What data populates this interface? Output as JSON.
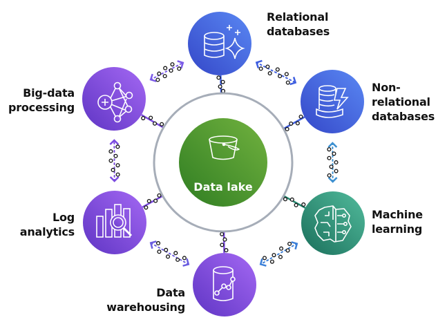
{
  "diagram": {
    "center": {
      "label": "Data lake",
      "icon": "bucket-icon",
      "color_from": "#3d8b2a",
      "color_to": "#6bad3c",
      "ring_color": "#a6adb8"
    },
    "nodes": [
      {
        "id": "relational-databases",
        "lines": [
          "Relational",
          "databases"
        ],
        "icon": "relational-database-icon",
        "color_from": "#3b55d6",
        "color_to": "#5a82f0",
        "link_color": "#3f5fe0"
      },
      {
        "id": "non-relational-databases",
        "lines": [
          "Non-",
          "relational",
          "databases"
        ],
        "icon": "nosql-database-icon",
        "color_from": "#3b55d6",
        "color_to": "#5a82f0",
        "link_color": "#3f5fe0"
      },
      {
        "id": "machine-learning",
        "lines": [
          "Machine",
          "learning"
        ],
        "icon": "brain-circuit-icon",
        "color_from": "#1f7a65",
        "color_to": "#4cb597",
        "link_color": "#22866e"
      },
      {
        "id": "data-warehousing",
        "lines": [
          "Data",
          "warehousing"
        ],
        "icon": "data-warehouse-icon",
        "color_from": "#6b3fd0",
        "color_to": "#9b62f0",
        "link_color": "#7b4be0"
      },
      {
        "id": "log-analytics",
        "lines": [
          "Log",
          "analytics"
        ],
        "icon": "log-analytics-icon",
        "color_from": "#6b3fd0",
        "color_to": "#9b62f0",
        "link_color": "#7b4be0"
      },
      {
        "id": "big-data-processing",
        "lines": [
          "Big-data",
          "processing"
        ],
        "icon": "big-data-icon",
        "color_from": "#6b3fd0",
        "color_to": "#9b62f0",
        "link_color": "#7b4be0"
      }
    ],
    "peer_links": [
      {
        "from": "relational-databases",
        "to": "non-relational-databases",
        "color": "#3f5fe0"
      },
      {
        "from": "non-relational-databases",
        "to": "machine-learning",
        "color": "#3b8fd0"
      },
      {
        "from": "machine-learning",
        "to": "data-warehousing",
        "color": "#3b7fd8"
      },
      {
        "from": "data-warehousing",
        "to": "log-analytics",
        "color": "#6a5de0"
      },
      {
        "from": "log-analytics",
        "to": "big-data-processing",
        "color": "#7b4be0"
      },
      {
        "from": "big-data-processing",
        "to": "relational-databases",
        "color": "#7b5be8"
      }
    ]
  }
}
